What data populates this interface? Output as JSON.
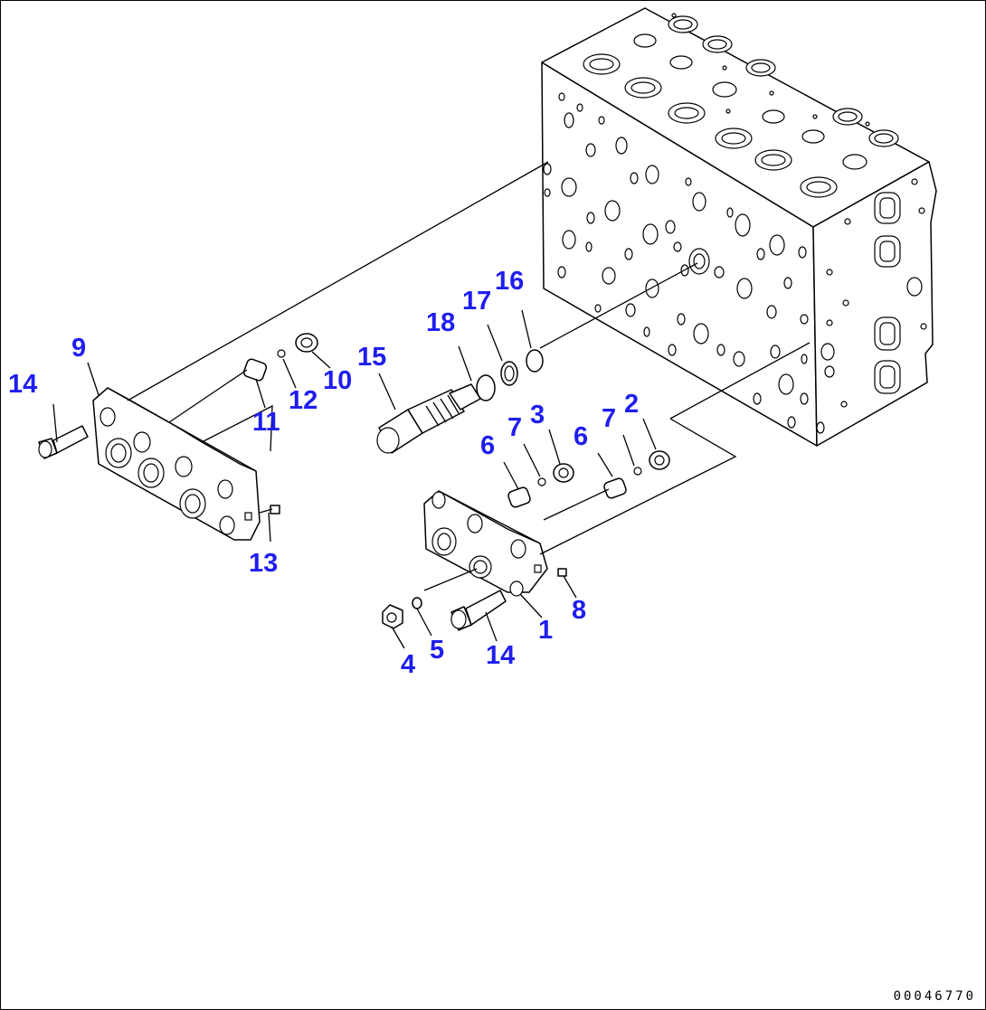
{
  "callouts": [
    {
      "id": "c1",
      "label": "1"
    },
    {
      "id": "c2",
      "label": "2"
    },
    {
      "id": "c3",
      "label": "3"
    },
    {
      "id": "c4",
      "label": "4"
    },
    {
      "id": "c5",
      "label": "5"
    },
    {
      "id": "c6a",
      "label": "6"
    },
    {
      "id": "c6b",
      "label": "6"
    },
    {
      "id": "c7a",
      "label": "7"
    },
    {
      "id": "c7b",
      "label": "7"
    },
    {
      "id": "c8",
      "label": "8"
    },
    {
      "id": "c9",
      "label": "9"
    },
    {
      "id": "c10",
      "label": "10"
    },
    {
      "id": "c11",
      "label": "11"
    },
    {
      "id": "c12",
      "label": "12"
    },
    {
      "id": "c13",
      "label": "13"
    },
    {
      "id": "c14a",
      "label": "14"
    },
    {
      "id": "c14b",
      "label": "14"
    },
    {
      "id": "c15",
      "label": "15"
    },
    {
      "id": "c16",
      "label": "16"
    },
    {
      "id": "c17",
      "label": "17"
    },
    {
      "id": "c18",
      "label": "18"
    }
  ],
  "drawing_code": "00046770",
  "colors": {
    "callout": "#1e1ef0",
    "line": "#000000",
    "background": "#ffffff"
  }
}
